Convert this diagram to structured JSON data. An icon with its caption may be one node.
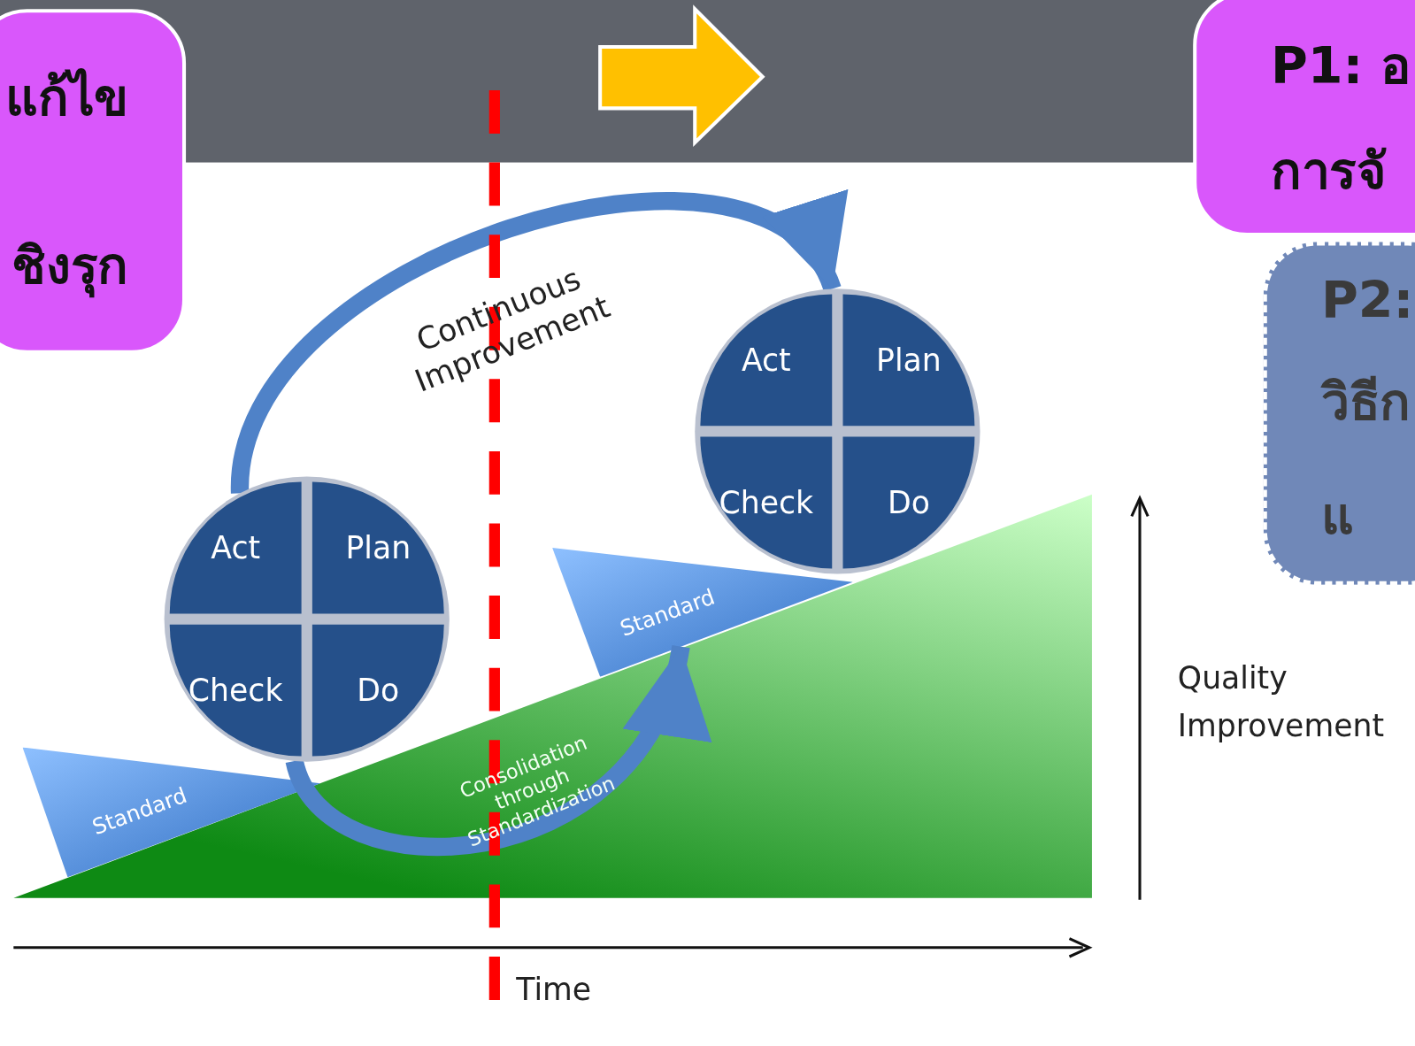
{
  "diagram": {
    "nodes": [
      {
        "text": [
          "แก้ไข",
          "ชิงรุก"
        ]
      },
      {
        "text": [
          "P1: อ",
          "การจั"
        ]
      },
      {
        "text": [
          "P2:",
          "วิธีก",
          "แ"
        ]
      },
      {
        "text": [],
        "shape": "circle"
      },
      {
        "text": [
          "Act"
        ],
        "in": 3
      },
      {
        "text": [
          "Plan"
        ],
        "in": 3
      },
      {
        "text": [
          "Check"
        ],
        "in": 3
      },
      {
        "text": [
          "Do"
        ],
        "in": 3
      },
      {
        "text": [],
        "shape": "circle"
      },
      {
        "text": [
          "Act"
        ],
        "in": 8
      },
      {
        "text": [
          "Plan"
        ],
        "in": 8
      },
      {
        "text": [
          "Check"
        ],
        "in": 8
      },
      {
        "text": [
          "Do"
        ],
        "in": 8
      },
      {
        "text": [
          "Standard"
        ]
      },
      {
        "text": [
          "Standard"
        ]
      }
    ],
    "edges": [
      {
        "from": 3,
        "to": 8,
        "arrow": "to",
        "label": "Continuous Improvement"
      },
      {
        "from": 3,
        "to": 14,
        "arrow": "to",
        "label": "Consolidation through Standardization"
      }
    ],
    "labels": [
      "Quality Improvement",
      "Time"
    ]
  }
}
